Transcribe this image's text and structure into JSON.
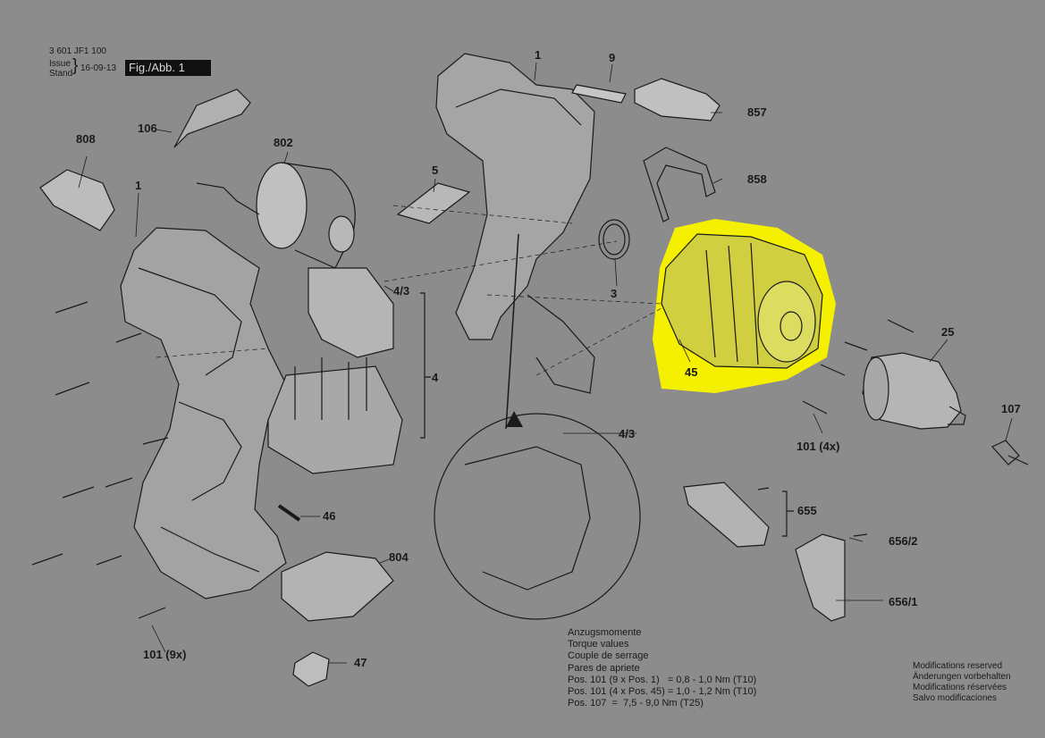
{
  "header": {
    "part_number": "3 601 JF1 100",
    "issue_label_1": "Issue",
    "issue_label_2": "Stand",
    "issue_date": "16-09-13",
    "figure_label": "Fig./Abb. 1"
  },
  "callouts": {
    "c808": "808",
    "c106": "106",
    "c802": "802",
    "c1_left": "1",
    "c5": "5",
    "c1_top": "1",
    "c9": "9",
    "c857": "857",
    "c858": "858",
    "c43_a": "4/3",
    "c4": "4",
    "c3": "3",
    "c45": "45",
    "c25": "25",
    "c107": "107",
    "c101_4x": "101 (4x)",
    "c43_b": "4/3",
    "c46": "46",
    "c804": "804",
    "c655": "655",
    "c656_2": "656/2",
    "c656_1": "656/1",
    "c101_9x": "101 (9x)",
    "c47": "47"
  },
  "torque": {
    "line1": "Anzugsmomente",
    "line2": "Torque values",
    "line3": "Couple de serrage",
    "line4": "Pares de apriete",
    "line5": "Pos. 101 (9 x Pos. 1)   = 0,8 - 1,0 Nm (T10)",
    "line6": "Pos. 101 (4 x Pos. 45) = 1,0 - 1,2 Nm (T10)",
    "line7": "Pos. 107  =  7,5 - 9,0 Nm (T25)"
  },
  "modifications": {
    "line1": "Modifications reserved",
    "line2": "Änderungen vorbehalten",
    "line3": "Modifications réservées",
    "line4": "Salvo modificaciones"
  },
  "colors": {
    "background": "#8c8c8c",
    "highlight": "#f5f000",
    "line": "#1a1a1a"
  }
}
